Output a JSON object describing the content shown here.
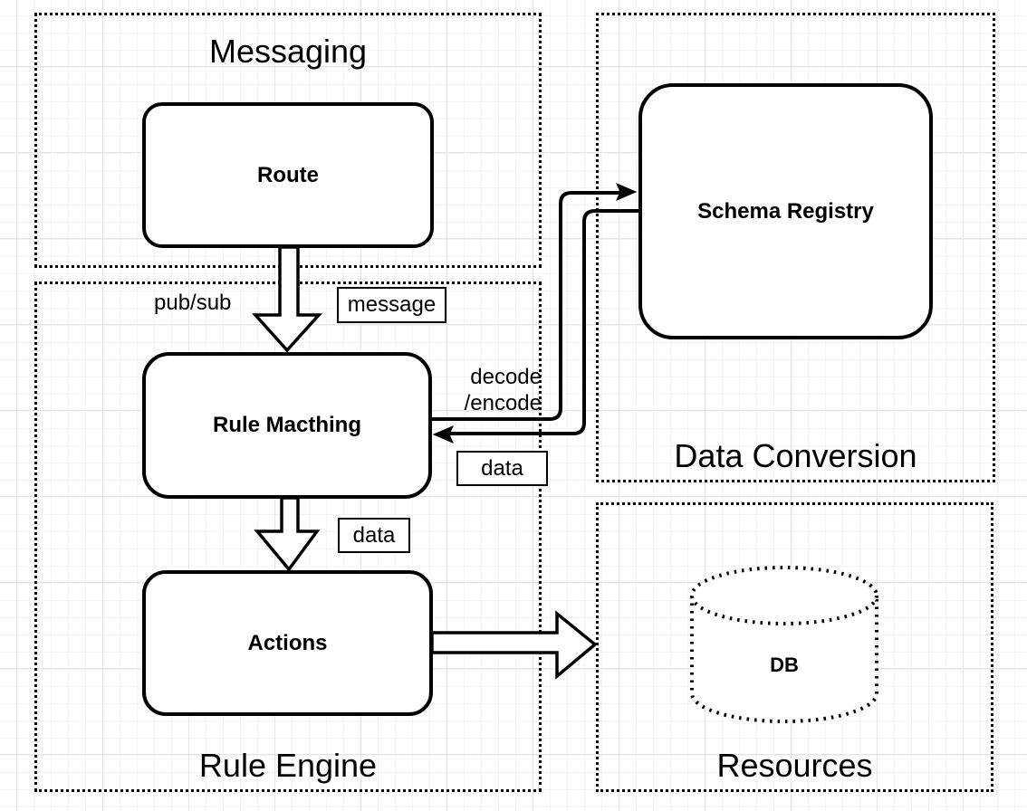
{
  "diagram": {
    "containers": {
      "messaging": {
        "title": "Messaging"
      },
      "rule_engine": {
        "title": "Rule Engine"
      },
      "data_conversion": {
        "title": "Data Conversion"
      },
      "resources": {
        "title": "Resources"
      }
    },
    "nodes": {
      "route": {
        "label": "Route"
      },
      "rule_matching": {
        "label": "Rule Macthing"
      },
      "actions": {
        "label": "Actions"
      },
      "schema_registry": {
        "label": "Schema Registry"
      },
      "db": {
        "label": "DB"
      }
    },
    "edge_labels": {
      "pub_sub": "pub/sub",
      "message": "message",
      "decode_encode": "decode\n/encode",
      "data_top": "data",
      "data_bottom": "data"
    },
    "colors": {
      "stroke": "#000000",
      "node_fill": "#ffffff",
      "background": "#ffffff",
      "grid_minor": "#f4f4f4",
      "grid_major": "#e5e5e5"
    }
  }
}
